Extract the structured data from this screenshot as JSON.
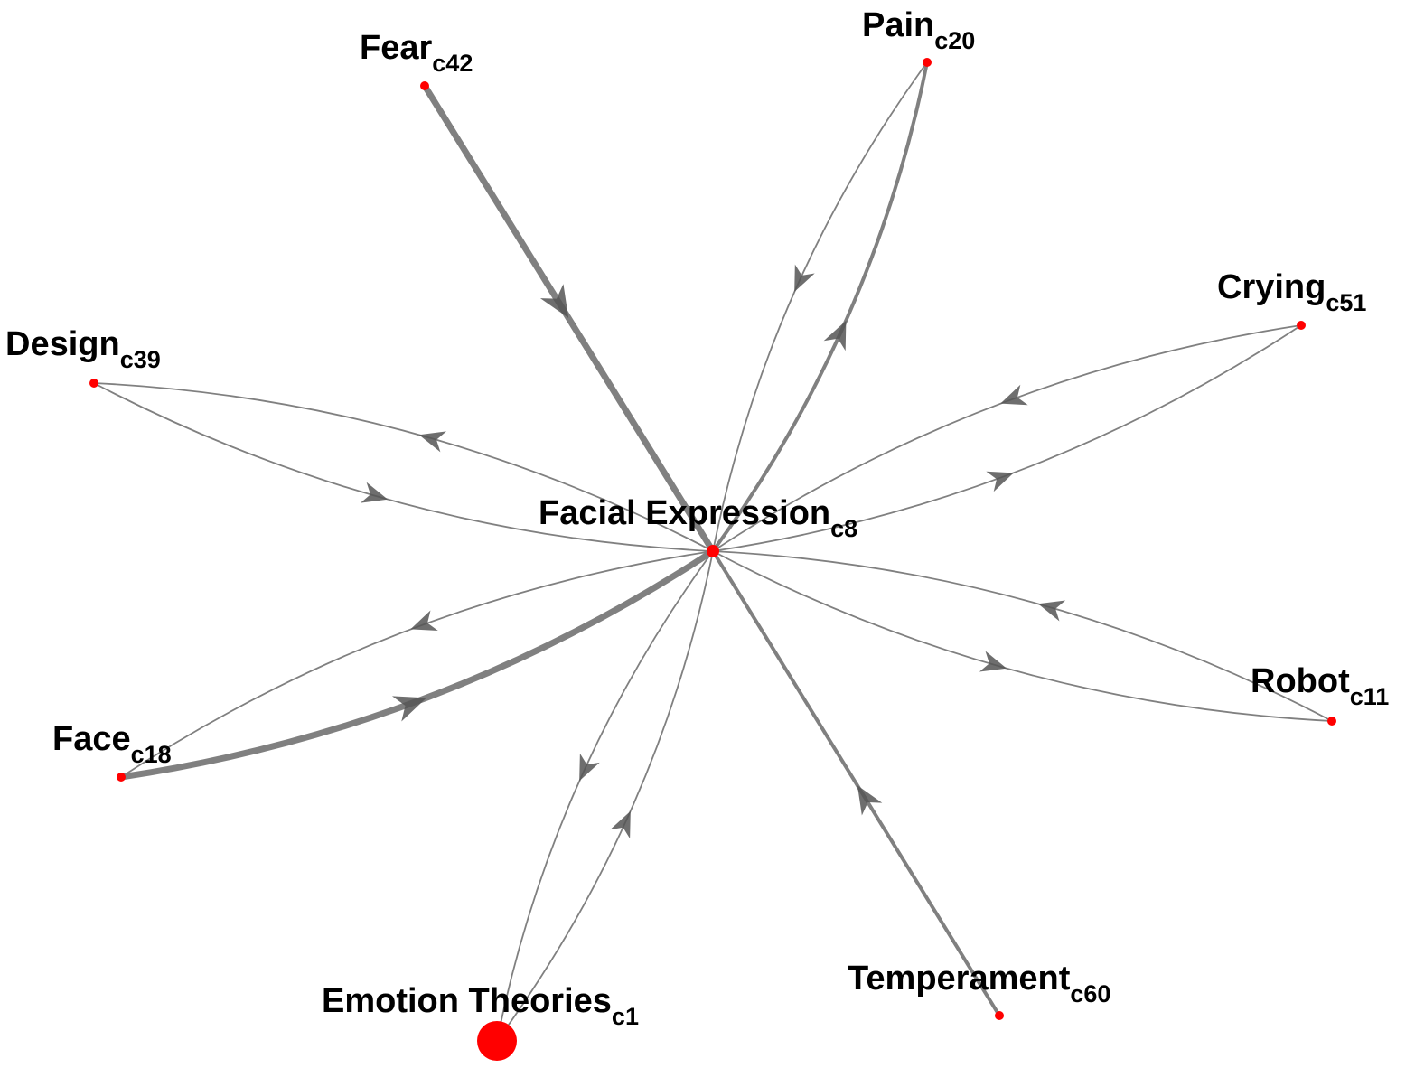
{
  "graph": {
    "center": {
      "name": "Facial Expression",
      "sub": "c8",
      "color": "#ff0000"
    },
    "nodes": [
      {
        "id": "fear",
        "name": "Fear",
        "sub": "c42"
      },
      {
        "id": "pain",
        "name": "Pain",
        "sub": "c20"
      },
      {
        "id": "crying",
        "name": "Crying",
        "sub": "c51"
      },
      {
        "id": "design",
        "name": "Design",
        "sub": "c39"
      },
      {
        "id": "robot",
        "name": "Robot",
        "sub": "c11"
      },
      {
        "id": "face",
        "name": "Face",
        "sub": "c18"
      },
      {
        "id": "temperament",
        "name": "Temperament",
        "sub": "c60"
      },
      {
        "id": "emotion",
        "name": "Emotion Theories",
        "sub": "c1"
      }
    ],
    "edges": [
      {
        "from": "fear",
        "to": "center",
        "weight": "heavy"
      },
      {
        "from": "center",
        "to": "pain",
        "weight": "medium"
      },
      {
        "from": "pain",
        "to": "center",
        "weight": "light"
      },
      {
        "from": "crying",
        "to": "center",
        "weight": "light"
      },
      {
        "from": "center",
        "to": "crying",
        "weight": "light"
      },
      {
        "from": "design",
        "to": "center",
        "weight": "light"
      },
      {
        "from": "center",
        "to": "design",
        "weight": "light"
      },
      {
        "from": "robot",
        "to": "center",
        "weight": "light"
      },
      {
        "from": "center",
        "to": "robot",
        "weight": "light"
      },
      {
        "from": "center",
        "to": "face",
        "weight": "light"
      },
      {
        "from": "face",
        "to": "center",
        "weight": "heavy"
      },
      {
        "from": "temperament",
        "to": "center",
        "weight": "medium"
      },
      {
        "from": "center",
        "to": "emotion",
        "weight": "light"
      },
      {
        "from": "emotion",
        "to": "center",
        "weight": "light"
      }
    ],
    "colors": {
      "node": "#ff0000",
      "edge": "#808080",
      "arrow": "#555555",
      "label": "#000000"
    }
  }
}
